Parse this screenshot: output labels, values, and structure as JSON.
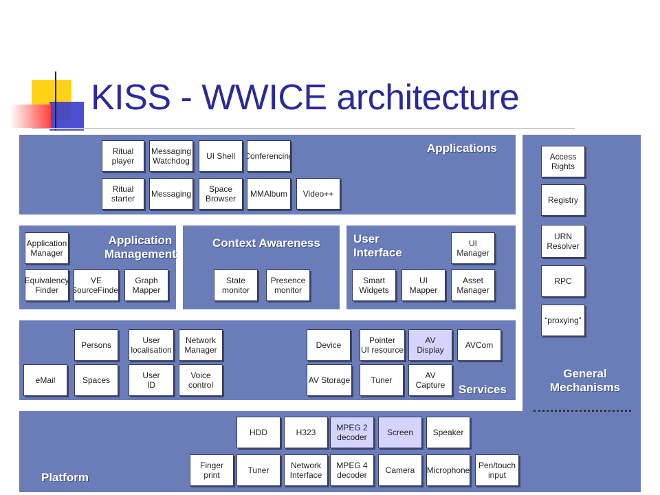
{
  "slide": {
    "title": "KISS - WWICE architecture"
  },
  "panels": {
    "applications": "Applications",
    "app_management": "Application\nManagement",
    "context_awareness": "Context Awareness",
    "user_interface": "User\nInterface",
    "services": "Services",
    "platform": "Platform",
    "general_mechanisms": "General\nMechanisms"
  },
  "boxes": {
    "ritual_player": "Ritual\nplayer",
    "messaging_watchdog": "Messaging\nWatchdog",
    "ui_shell": "UI Shell",
    "conferencing": "Conferencing",
    "ritual_starter": "Ritual\nstarter",
    "messaging": "Messaging",
    "space_browser": "Space\nBrowser",
    "mmalbum": "MMAlbum",
    "videopp": "Video++",
    "application_manager": "Application\nManager",
    "equivalency_finder": "Equivalency\nFinder",
    "ve_sourcefinder": "VE\nSourceFinder",
    "graph_mapper": "Graph\nMapper",
    "state_monitor": "State\nmonitor",
    "presence_monitor": "Presence\nmonitor",
    "ui_manager": "UI\nManager",
    "smart_widgets": "Smart\nWidgets",
    "ui_mapper": "UI\nMapper",
    "asset_manager": "Asset\nManager",
    "persons": "Persons",
    "user_localisation": "User\nlocalisation",
    "network_manager": "Network\nManager",
    "email": "eMail",
    "spaces": "Spaces",
    "user_id": "User\nID",
    "voice_control": "Voice\ncontrol",
    "device": "Device",
    "pointer_ui_resource": "Pointer\nUI resource",
    "av_display": "AV\nDisplay",
    "avcom": "AVCom",
    "av_storage": "AV Storage",
    "tuner_services": "Tuner",
    "av_capture": "AV\nCapture",
    "hdd": "HDD",
    "h323": "H323",
    "mpeg2_decoder": "MPEG 2\ndecoder",
    "screen": "Screen",
    "speaker": "Speaker",
    "finger_print": "Finger\nprint",
    "tuner_platform": "Tuner",
    "network_interface": "Network\nInterface",
    "mpeg4_decoder": "MPEG 4\ndecoder",
    "camera": "Camera",
    "microphone": "Microphone",
    "pen_touch_input": "Pen/touch\ninput",
    "access_rights": "Access\nRights",
    "registry": "Registry",
    "urn_resolver": "URN\nResolver",
    "rpc": "RPC",
    "proxying": "“proxying”"
  },
  "colors": {
    "panel": "#6b7db8",
    "title": "#2a2a99",
    "highlight_box": "#d4d4ff",
    "logo_yellow": "#ffd21a",
    "logo_red": "#ff3333",
    "logo_blue": "#3333cc"
  }
}
